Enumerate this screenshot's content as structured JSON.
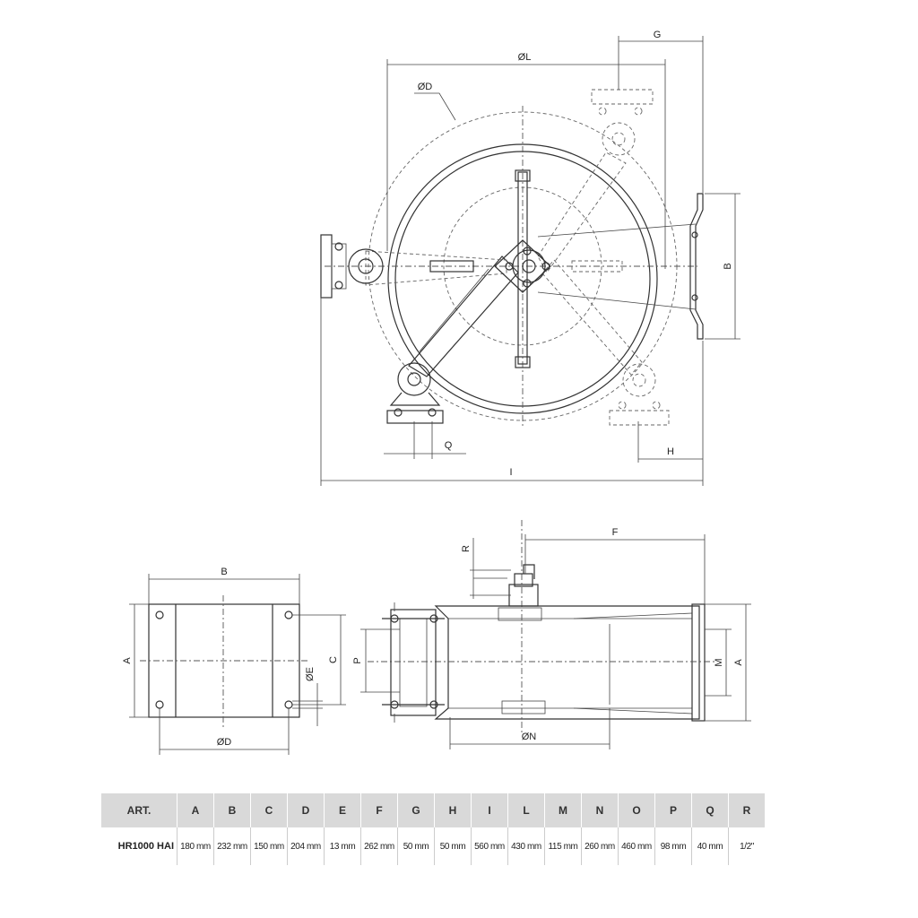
{
  "dimension_labels": {
    "G": "G",
    "L": "ØL",
    "D": "ØD",
    "B": "B",
    "Q": "Q",
    "H": "H",
    "I": "I",
    "R": "R",
    "F": "F",
    "A": "A",
    "C": "C",
    "E": "ØE",
    "P": "P",
    "M": "M",
    "N": "ØN"
  },
  "table": {
    "header_label": "ART.",
    "columns": [
      "A",
      "B",
      "C",
      "D",
      "E",
      "F",
      "G",
      "H",
      "I",
      "L",
      "M",
      "N",
      "O",
      "P",
      "Q",
      "R"
    ],
    "rows": [
      {
        "model": "HR1000 HAI",
        "values": [
          "180 mm",
          "232 mm",
          "150 mm",
          "204 mm",
          "13 mm",
          "262 mm",
          "50 mm",
          "50 mm",
          "560 mm",
          "430 mm",
          "115 mm",
          "260 mm",
          "460 mm",
          "98 mm",
          "40 mm",
          "1/2\""
        ]
      }
    ]
  }
}
